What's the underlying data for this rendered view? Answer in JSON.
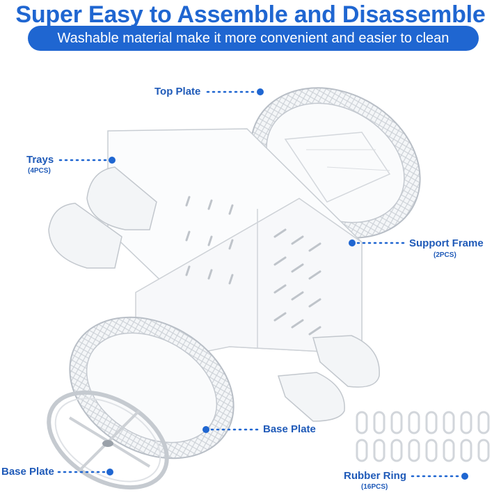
{
  "header": {
    "title": "Super Easy to Assemble and Disassemble",
    "subtitle": "Washable material make it more convenient and easier to clean"
  },
  "labels": {
    "top_plate": "Top Plate",
    "trays": "Trays",
    "trays_count": "(4PCS)",
    "support_frame": "Support Frame",
    "support_frame_count": "(2PCS)",
    "base_plate_center": "Base Plate",
    "base_plate_left": "Base Plate",
    "rubber_ring": "Rubber Ring",
    "rubber_ring_count": "(16PCS)"
  },
  "colors": {
    "accent": "#1f66d1",
    "label": "#1f5ab8",
    "dot": "#1f66d1"
  }
}
